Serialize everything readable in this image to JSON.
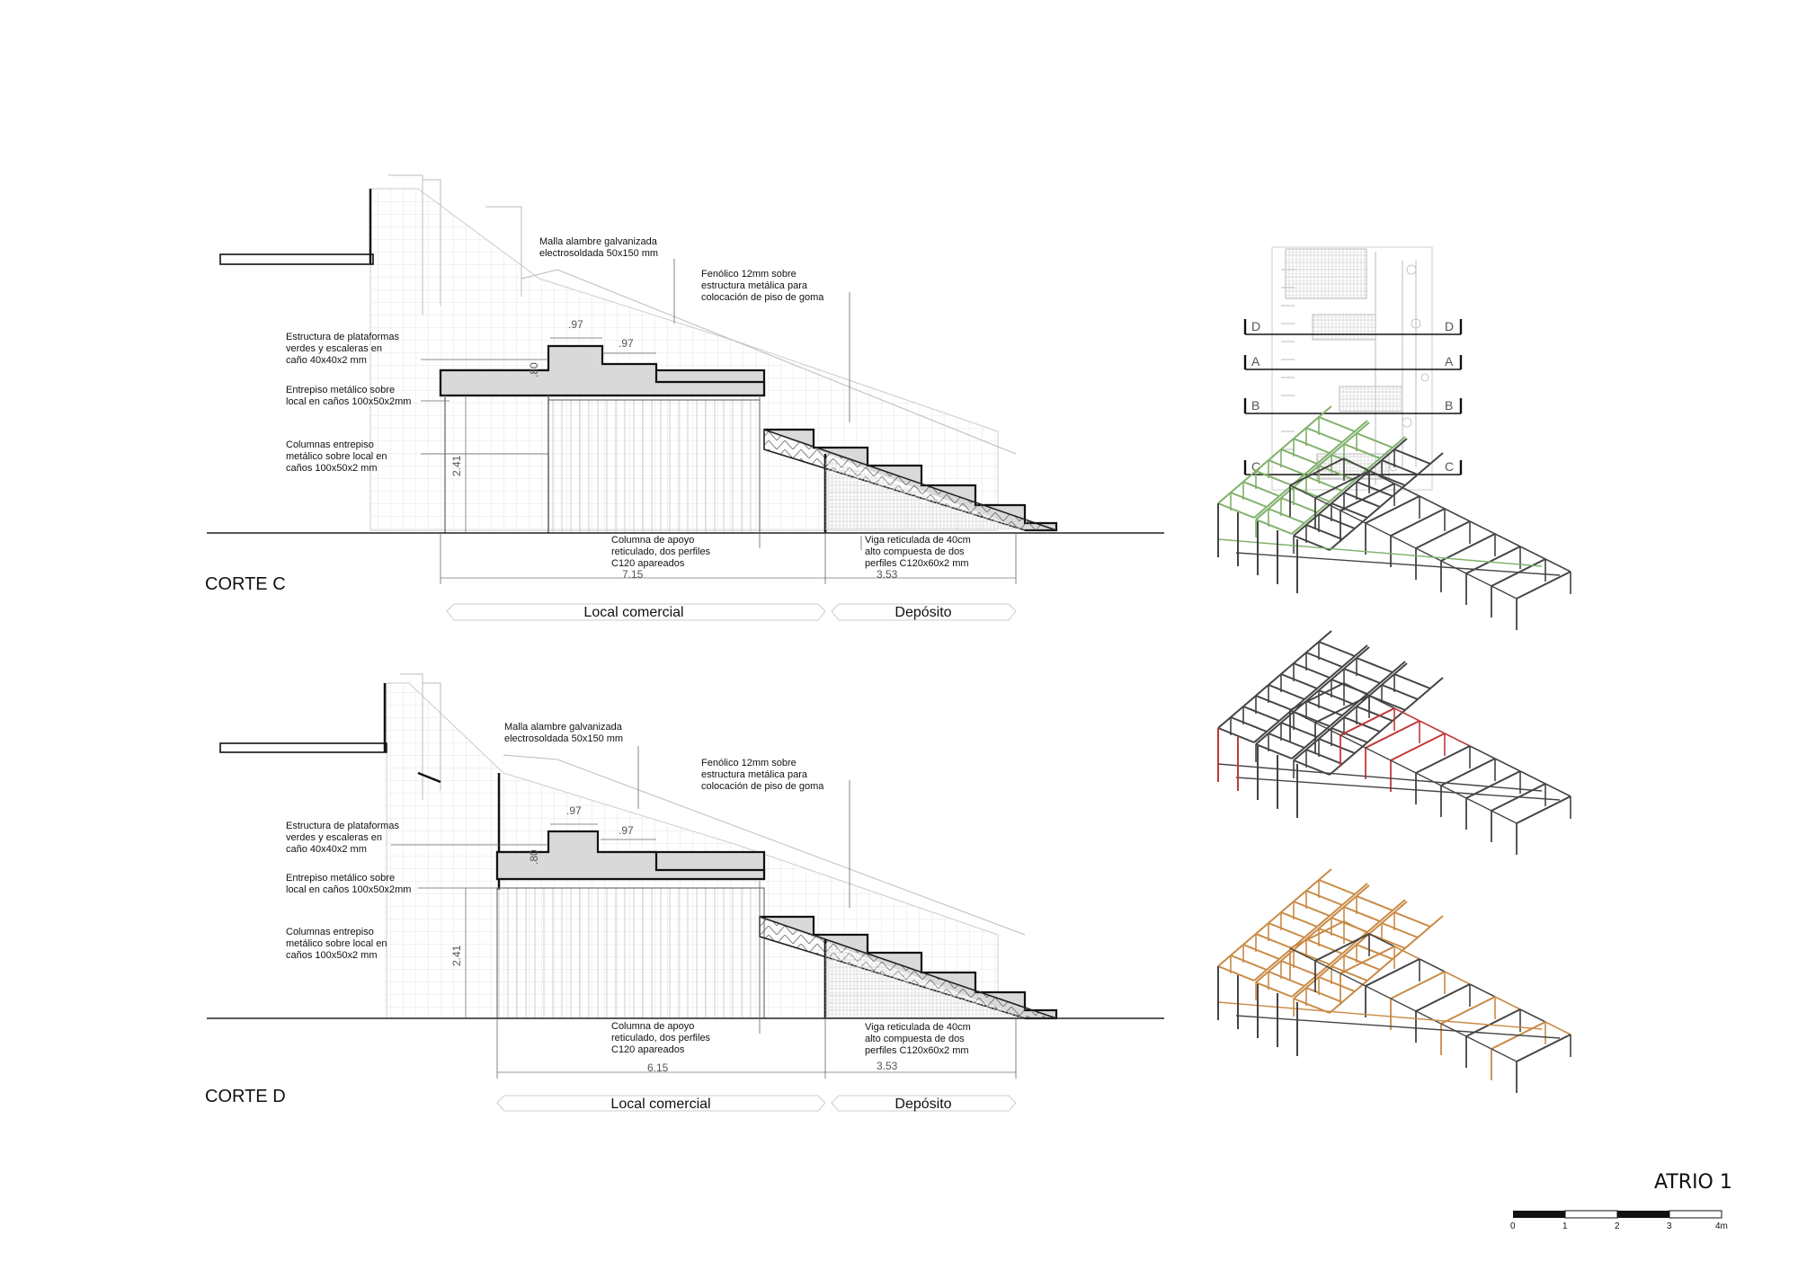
{
  "sheet_title": "ATRIO 1",
  "sections": [
    {
      "id": "c",
      "title": "CORTE C",
      "labels": {
        "malla": [
          "Malla alambre galvanizada",
          "electrosoldada 50x150 mm"
        ],
        "fenolico": [
          "Fenólico 12mm sobre",
          "estructura metálica para",
          "colocación de piso de goma"
        ],
        "estructura": [
          "Estructura de plataformas",
          "verdes y escaleras en",
          "caño 40x40x2 mm"
        ],
        "entrepiso": [
          "Entrepiso metálico sobre",
          "local en caños 100x50x2mm"
        ],
        "columnas": [
          "Columnas entrepiso",
          "metálico sobre local en",
          "caños 100x50x2 mm"
        ],
        "columna_apoyo": [
          "Columna de apoyo",
          "reticulado, dos perfiles",
          "C120 apareados"
        ],
        "viga": [
          "Viga reticulada de 40cm",
          "alto compuesta de dos",
          "perfiles C120x60x2 mm"
        ]
      },
      "dims": {
        "step_top": ".97",
        "step_mid": ".97",
        "step_h": ".80",
        "height": "2.41",
        "local_w": "7.15",
        "deposito_w": "3.53"
      },
      "zones": {
        "local": "Local comercial",
        "deposito": "Depósito"
      }
    },
    {
      "id": "d",
      "title": "CORTE D",
      "labels": {
        "malla": [
          "Malla alambre galvanizada",
          "electrosoldada 50x150 mm"
        ],
        "fenolico": [
          "Fenólico 12mm sobre",
          "estructura metálica para",
          "colocación de piso de goma"
        ],
        "estructura": [
          "Estructura de plataformas",
          "verdes y escaleras en",
          "caño 40x40x2 mm"
        ],
        "entrepiso": [
          "Entrepiso metálico sobre",
          "local en caños 100x50x2mm"
        ],
        "columnas": [
          "Columnas entrepiso",
          "metálico sobre local en",
          "caños 100x50x2 mm"
        ],
        "columna_apoyo": [
          "Columna de apoyo",
          "reticulado, dos perfiles",
          "C120 apareados"
        ],
        "viga": [
          "Viga reticulada de 40cm",
          "alto compuesta de dos",
          "perfiles C120x60x2 mm"
        ]
      },
      "dims": {
        "step_top": ".97",
        "step_mid": ".97",
        "step_h": ".80",
        "height": "2.41",
        "local_w": "6.15",
        "deposito_w": "3.53"
      },
      "zones": {
        "local": "Local comercial",
        "deposito": "Depósito"
      }
    }
  ],
  "key_plan": {
    "cut_labels": [
      "D",
      "A",
      "B",
      "C"
    ]
  },
  "axonometrics": [
    {
      "id": "green",
      "highlight_color": "#7fb069"
    },
    {
      "id": "red",
      "highlight_color": "#c0393b"
    },
    {
      "id": "orange",
      "highlight_color": "#c98a45"
    }
  ],
  "scale_bar": {
    "ticks": [
      "0",
      "1",
      "2",
      "3",
      "4m"
    ]
  },
  "colors": {
    "line": "#111111",
    "light_line": "#bbbbbb",
    "fill_gray": "#d9d9d9"
  }
}
